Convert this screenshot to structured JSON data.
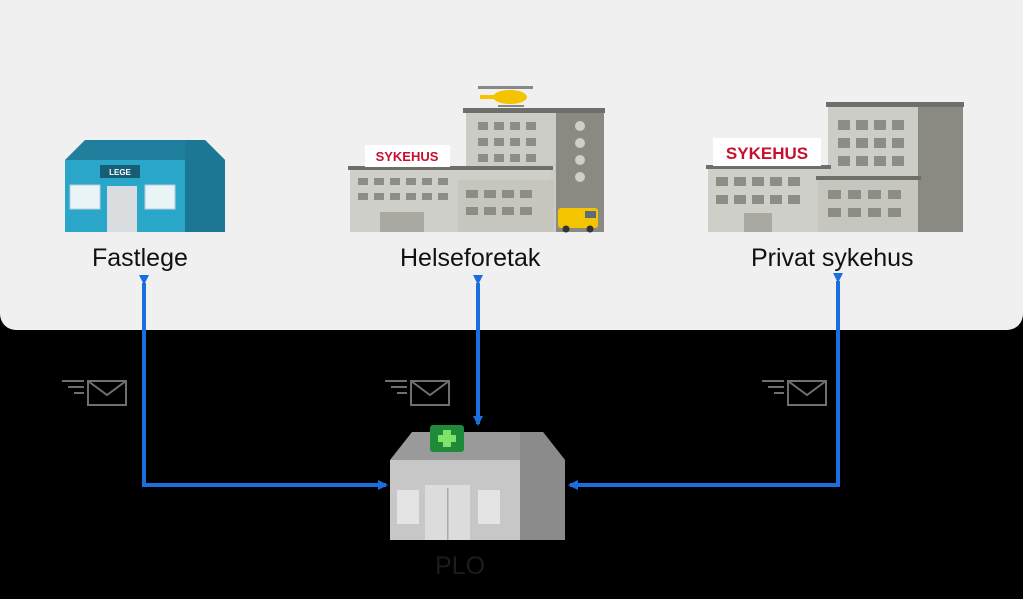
{
  "nodes": {
    "fastlege": {
      "label": "Fastlege",
      "sign": "LEGE"
    },
    "helseforetak": {
      "label": "Helseforetak",
      "sign": "SYKEHUS"
    },
    "privat": {
      "label": "Privat sykehus",
      "sign": "SYKEHUS"
    },
    "plo": {
      "label": "PLO"
    }
  },
  "colors": {
    "arrow": "#1a6fdc",
    "panel": "#f0f0f0",
    "background": "#000000",
    "brand_red": "#c8102e",
    "clinic_teal": "#2aa6c9"
  },
  "icons": [
    "envelope-icon",
    "plus-icon",
    "helicopter-icon",
    "ambulance-icon"
  ]
}
